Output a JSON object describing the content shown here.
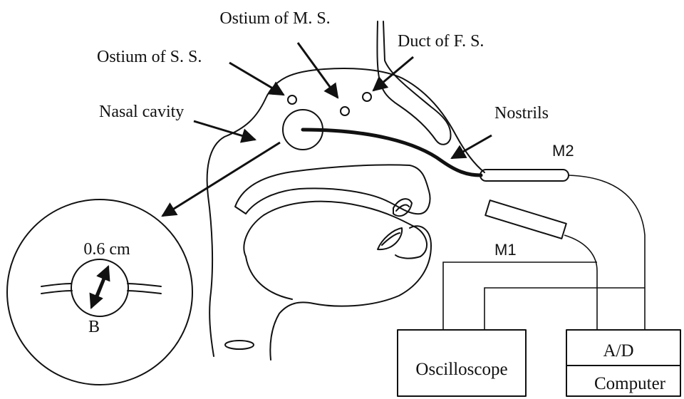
{
  "labels": {
    "ostium_ms": "Ostium of M. S.",
    "duct_fs": "Duct of  F. S.",
    "ostium_ss": "Ostium of S. S.",
    "nasal_cavity": "Nasal cavity",
    "nostrils": "Nostrils",
    "m2": "M2",
    "m1": "M1",
    "diameter": "0.6 cm",
    "point_b": "B",
    "oscilloscope": "Oscilloscope",
    "ad": "A/D",
    "computer": "Computer"
  },
  "colors": {
    "ink": "#111111",
    "background": "#ffffff"
  }
}
